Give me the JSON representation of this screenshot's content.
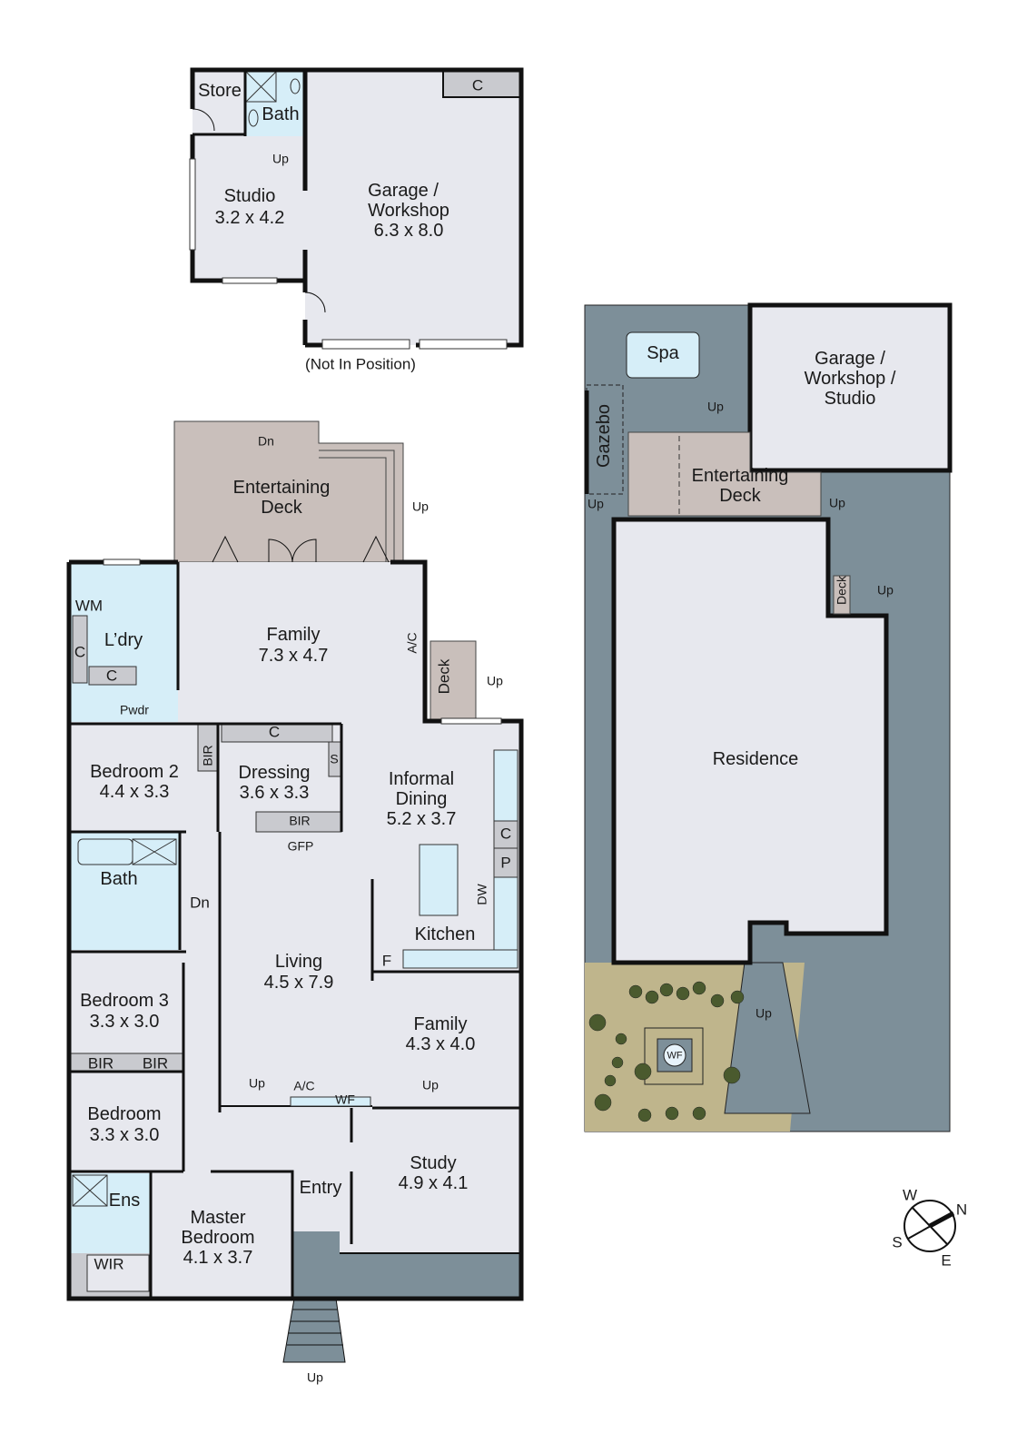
{
  "colors": {
    "room": "#e7e8ee",
    "wet": "#d6eef8",
    "joinery": "#c9cacf",
    "deck": "#c9bfbb",
    "paving": "#7d8f99",
    "garden": "#bfb58c",
    "wall": "#111111"
  },
  "outbuilding": {
    "store": "Store",
    "bath": "Bath",
    "up": "Up",
    "studio_name": "Studio",
    "studio_dim": "3.2 x 4.2",
    "garage_name": "Garage /",
    "garage_name2": "Workshop",
    "garage_dim": "6.3 x 8.0",
    "cupboard": "C",
    "note": "(Not In Position)"
  },
  "house": {
    "ent_deck": "Entertaining",
    "ent_deck2": "Deck",
    "dn": "Dn",
    "up": "Up",
    "wm": "WM",
    "ldry": "L’dry",
    "c": "C",
    "pwdr": "Pwdr",
    "family1_name": "Family",
    "family1_dim": "7.3 x 4.7",
    "ac": "A/C",
    "deck": "Deck",
    "bed2_name": "Bedroom 2",
    "bed2_dim": "4.4 x 3.3",
    "bir": "BIR",
    "dressing_name": "Dressing",
    "dressing_dim": "3.6 x 3.3",
    "s": "S",
    "gfp": "GFP",
    "inf_dining": "Informal",
    "inf_dining2": "Dining",
    "inf_dining_dim": "5.2 x 3.7",
    "p": "P",
    "dw": "DW",
    "kitchen": "Kitchen",
    "f": "F",
    "bath": "Bath",
    "living_name": "Living",
    "living_dim": "4.5 x 7.9",
    "bed3_name": "Bedroom 3",
    "bed3_dim": "3.3 x 3.0",
    "family2_name": "Family",
    "family2_dim": "4.3 x 4.0",
    "wf": "WF",
    "bed_name": "Bedroom",
    "bed_dim": "3.3 x 3.0",
    "study_name": "Study",
    "study_dim": "4.9 x 4.1",
    "entry": "Entry",
    "ens": "Ens",
    "master_name": "Master",
    "master_name2": "Bedroom",
    "master_dim": "4.1 x 3.7",
    "wir": "WIR"
  },
  "site": {
    "spa": "Spa",
    "gazebo": "Gazebo",
    "garage1": "Garage /",
    "garage2": "Workshop /",
    "garage3": "Studio",
    "ent_deck": "Entertaining",
    "ent_deck2": "Deck",
    "deck": "Deck",
    "up": "Up",
    "residence": "Residence",
    "wf": "WF"
  },
  "compass": {
    "n": "N",
    "s": "S",
    "e": "E",
    "w": "W"
  }
}
